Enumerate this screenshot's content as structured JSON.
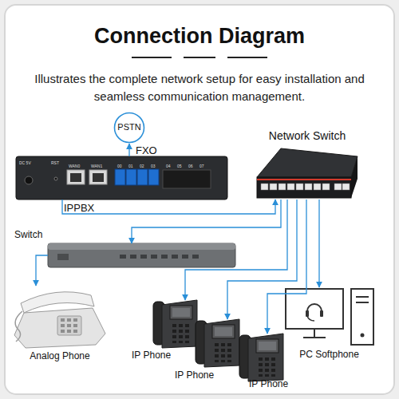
{
  "diagram": {
    "title": "Connection Diagram",
    "caption": "Illustrates the complete network setup for easy installation and seamless communication management.",
    "nodes": [
      {
        "text": [
          "PSTN"
        ]
      },
      {
        "text": [
          "IPPBX"
        ]
      },
      {
        "text": [
          "Network Switch"
        ]
      },
      {
        "text": [
          "Switch"
        ]
      },
      {
        "text": [
          "Analog Phone"
        ]
      },
      {
        "text": [
          "IP Phone"
        ]
      },
      {
        "text": [
          "IP Phone"
        ]
      },
      {
        "text": [
          "IP Phone"
        ]
      },
      {
        "text": [
          "PC Softphone"
        ]
      }
    ],
    "edges": [
      {
        "from": 1,
        "to": 0,
        "arrow": "to",
        "label": "FXO"
      },
      {
        "from": 1,
        "to": 2,
        "arrow": "to"
      },
      {
        "from": 2,
        "to": 3,
        "arrow": "to"
      },
      {
        "from": 3,
        "to": 4,
        "arrow": "to"
      },
      {
        "from": 2,
        "to": 5,
        "arrow": "to"
      },
      {
        "from": 2,
        "to": 6,
        "arrow": "to"
      },
      {
        "from": 2,
        "to": 7,
        "arrow": "to"
      },
      {
        "from": 2,
        "to": 8,
        "arrow": "to"
      }
    ],
    "labels": [
      "DC 5V",
      "RST",
      "WAN0",
      "WAN1",
      "00",
      "01",
      "02",
      "03",
      "04",
      "05",
      "06",
      "07"
    ]
  }
}
